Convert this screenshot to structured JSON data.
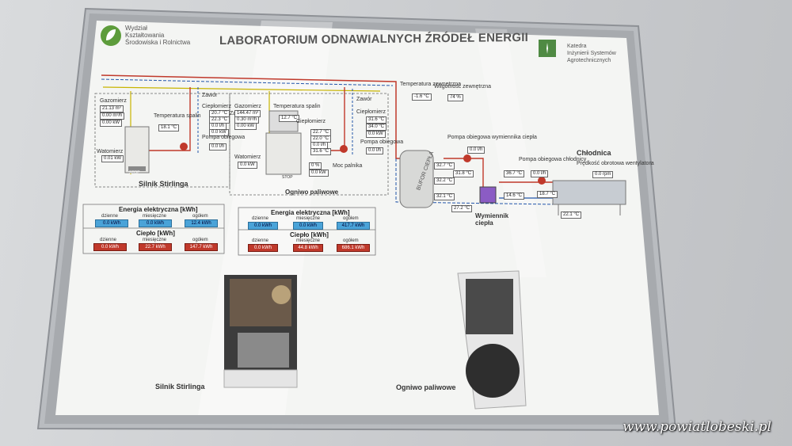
{
  "poster": {
    "title": "LABORATORIUM ODNAWIALNYCH ŹRÓDEŁ ENERGII",
    "org_left": [
      "Wydział",
      "Kształtowania",
      "Środowiska i Rolnictwa"
    ],
    "org_right": [
      "Katedra",
      "Inżynierii Systemów",
      "Agrotechnicznych"
    ]
  },
  "schematic": {
    "stirling_label": "Silnik Stirlinga",
    "boiler_label": "Ogniwo paliwowe",
    "buffer_label": "BUFOR CIEPŁA",
    "exchanger_label": "Wymiennik ciepła",
    "cooler_label": "Chłodnica",
    "labels": {
      "zawor1": "Zawór",
      "zawor2": "Zawór",
      "zawor3": "Zawór",
      "gazomierz1": "Gazomierz",
      "gazomierz2": "Gazomierz",
      "cieplomierz1": "Ciepłomierz",
      "cieplomierz2": "Ciepłomierz",
      "temp_spalin1": "Temperatura spalin",
      "temp_spalin2": "Temperatura spalin",
      "pompa1": "Pompa obiegowa",
      "pompa2": "Pompa obiegowa",
      "watomierz1": "Watomierz",
      "watomierz2": "Watomierz",
      "moc_palnika": "Moc palnika",
      "temp_zewn": "Temperatura zewnętrzna",
      "wilg_zewn": "Wilgotność zewnętrzna",
      "pompa_wym": "Pompa obiegowa wymiennika ciepła",
      "pompa_chl": "Pompa obiegowa chłodnicy",
      "predkosc": "Prędkość obrotowa wentylatora",
      "stop1": "STOP",
      "stop2": "STOP"
    },
    "values": {
      "gaz1a": "21.13 m³",
      "gaz1b": "0.00 m³/h",
      "gaz1c": "0.00 kW",
      "t_spalin1": "18.1 °C",
      "ciep1a": "20.7 °C",
      "ciep1b": "22.3 °C",
      "ciep1c": "0.0 l/h",
      "ciep1d": "0.0 kW",
      "pompa1": "0.0 l/h",
      "wat1": "0.01 kW",
      "gaz2a": "144.47 m³",
      "gaz2b": "0.30 m³/h",
      "gaz2c": "0.00 kW",
      "t_spalin2": "12.7 °C",
      "ciep2a": "22.7 °C",
      "ciep2b": "22.0 °C",
      "ciep2c": "0.0 l/h",
      "pompa_top": "31.6 °C",
      "wat2": "0.0 kW",
      "moc": "0 %",
      "moc_kw": "0.0 kW",
      "ciep3a": "31.6 °C",
      "ciep3b": "34.0 °C",
      "ciep3c": "0.0 kW",
      "pompa2": "0.0 l/h",
      "t_zewn": "-1.6 °C",
      "wilg": "74 %",
      "buf1": "32.7 °C",
      "buf2": "32.2 °C",
      "buf3": "32.1 °C",
      "buf4": "31.8 °C",
      "pompa_wym": "0.0 l/h",
      "wym1": "36.7 °C",
      "wym2": "14.6 °C",
      "wym3": "18.7 °C",
      "pompa_chl": "0.0 l/h",
      "obr": "0.0 rpm",
      "chl_t": "22.1 °C",
      "buf_bottom": "27.2 °C"
    }
  },
  "energy": {
    "left": {
      "el_title": "Energia elektryczna [kWh]",
      "heat_title": "Ciepło [kWh]",
      "cols": [
        "dzienne",
        "miesięczne",
        "ogółem"
      ],
      "el_values": [
        "0.0 kWh",
        "0.0 kWh",
        "12.4 kWh"
      ],
      "heat_values": [
        "0.0 kWh",
        "22.7 kWh",
        "147.7 kWh"
      ]
    },
    "right": {
      "el_title": "Energia elektryczna [kWh]",
      "heat_title": "Ciepło [kWh]",
      "cols": [
        "dzienne",
        "miesięczne",
        "ogółem"
      ],
      "el_values": [
        "0.0 kWh",
        "0.0 kWh",
        "417.7 kWh"
      ],
      "heat_values": [
        "0.0 kWh",
        "44.8 kWh",
        "686.1 kWh"
      ]
    }
  },
  "photos": {
    "left_caption": "Silnik Stirlinga",
    "right_caption": "Ogniwo paliwowe"
  },
  "watermark": "www.powiatlobeski.pl",
  "colors": {
    "pipe_red": "#c0392b",
    "pipe_blue": "#2255aa",
    "pipe_yellow": "#c8b400",
    "display_blue": "#4aa3d8"
  }
}
